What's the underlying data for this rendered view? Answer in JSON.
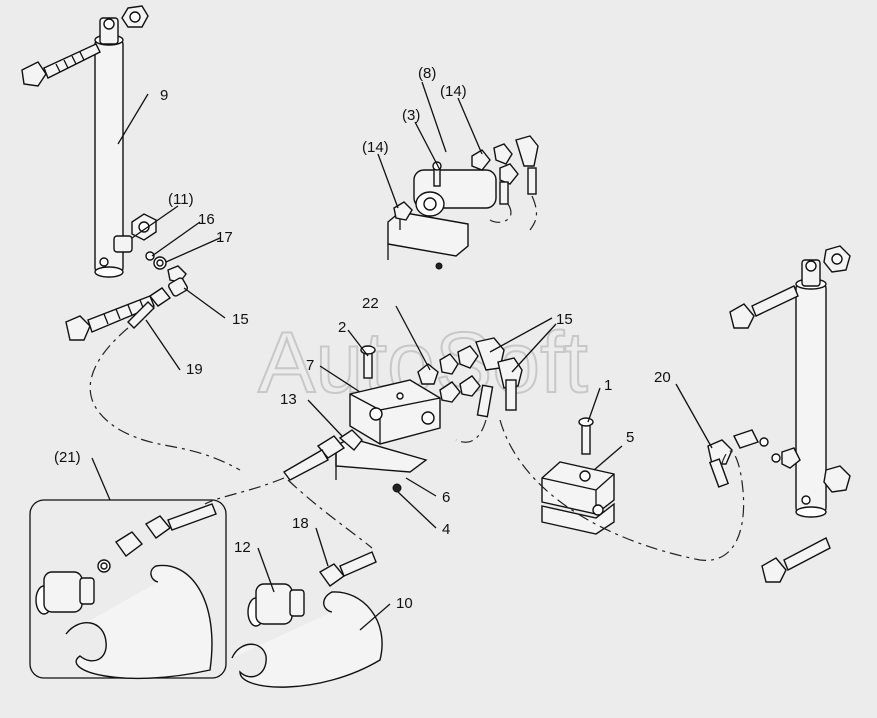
{
  "watermark": "AutoSoft",
  "labels": {
    "l1": "1",
    "l2": "2",
    "l4": "4",
    "l5": "5",
    "l6": "6",
    "l7": "7",
    "l9": "9",
    "l10": "10",
    "l12": "12",
    "l13": "13",
    "l15a": "15",
    "l15b": "15",
    "l16": "16",
    "l17": "17",
    "l18": "18",
    "l19": "19",
    "l20": "20",
    "l22": "22",
    "l3": "(3)",
    "l8": "(8)",
    "l11": "(11)",
    "l14a": "(14)",
    "l14b": "(14)",
    "l21": "(21)"
  }
}
